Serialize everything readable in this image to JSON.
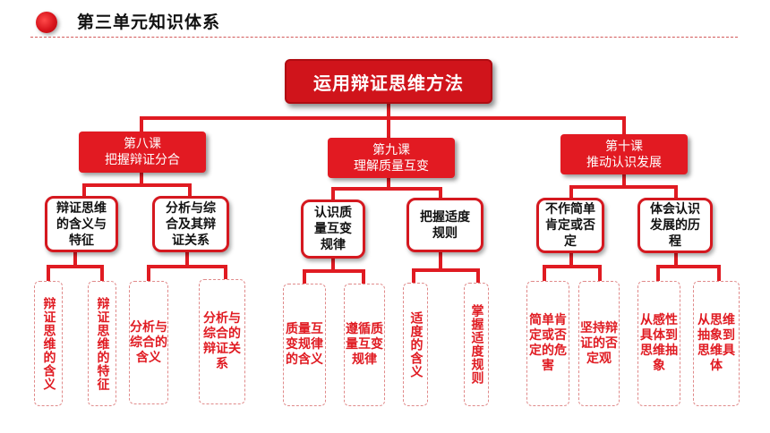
{
  "header": {
    "title": "第三单元知识体系"
  },
  "root": {
    "title": "运用辩证思维方法"
  },
  "lessons": [
    {
      "line1": "第八课",
      "line2": "把握辩证分合",
      "topics": [
        {
          "label": "辩证思维的含义与特征",
          "leaves": [
            "辩证思维的含义",
            "辩证思维的特征"
          ]
        },
        {
          "label": "分析与综合及其辩证关系",
          "leaves": [
            "分析与综合的含义",
            "分析与综合的辩证关系"
          ]
        }
      ]
    },
    {
      "line1": "第九课",
      "line2": "理解质量互变",
      "topics": [
        {
          "label": "认识质量互变规律",
          "leaves": [
            "质量互变规律的含义",
            "遵循质量互变规律"
          ]
        },
        {
          "label": "把握适度规则",
          "leaves": [
            "适度的含义",
            "掌握适度规则"
          ]
        }
      ]
    },
    {
      "line1": "第十课",
      "line2": "推动认识发展",
      "topics": [
        {
          "label": "不作简单肯定或否定",
          "leaves": [
            "简单肯定或否定的危害",
            "坚持辩证的否定观"
          ]
        },
        {
          "label": "体会认识发展的历程",
          "leaves": [
            "从感性具体到思维抽象",
            "从思维抽象到思维具体"
          ]
        }
      ]
    }
  ]
}
